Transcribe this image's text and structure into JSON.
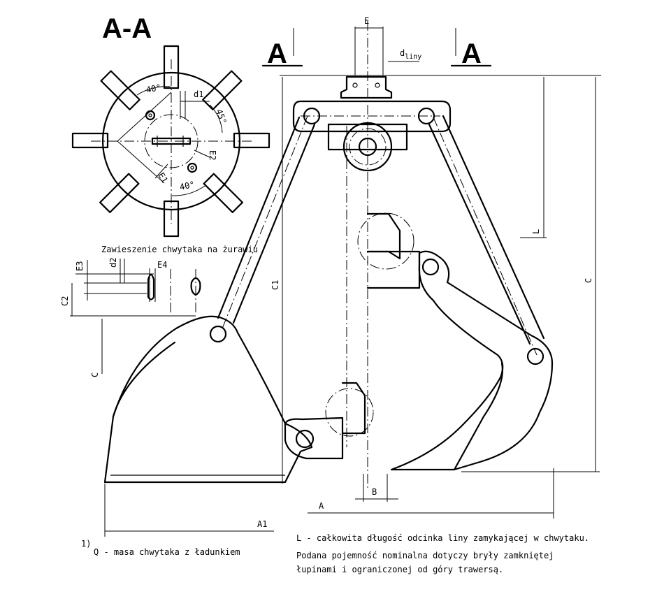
{
  "section_title": "A-A",
  "section_marker_left": "A",
  "section_marker_right": "A",
  "dim": {
    "E": "E",
    "d_liny_d": "d",
    "d_liny_sub": "liny",
    "C": "C",
    "C1": "C1",
    "C2": "C2",
    "L": "L",
    "A": "A",
    "A1": "A1",
    "B": "B",
    "E1": "E1",
    "E2": "E2",
    "E3": "E3",
    "E4": "E4",
    "d1": "d1",
    "d2": "d2",
    "angle_40_top": "40°",
    "angle_40_bottom": "40°",
    "angle_45": "45°"
  },
  "detail_caption": "Zawieszenie chwytaka na żurawiu",
  "footnote_mark": "1)",
  "footnote_text": "Q - masa chwytaka z ładunkiem",
  "notes": [
    "L - całkowita długość odcinka liny  zamykającej w chwytaku.",
    "Podana pojemność nominalna dotyczy bryły zamkniętej",
    "łupinami i ograniczonej od góry trawersą."
  ]
}
